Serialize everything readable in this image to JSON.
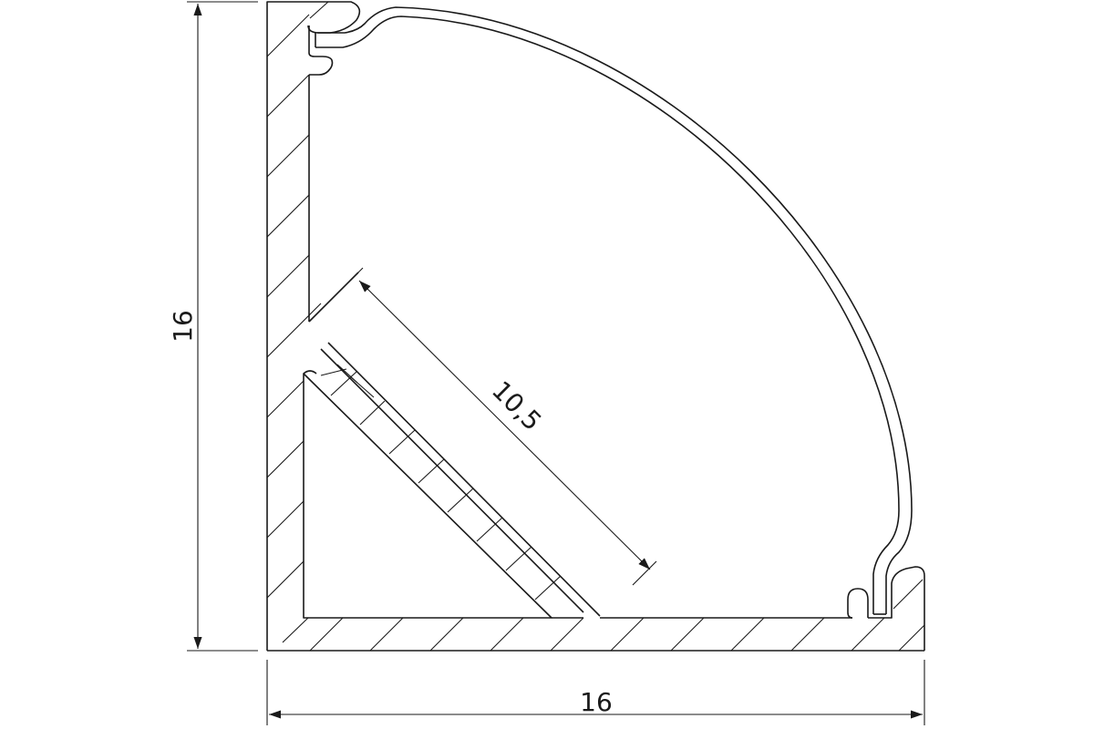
{
  "drawing": {
    "dimensions": {
      "height_label": "16",
      "width_label": "16",
      "strip_label": "10,5"
    },
    "line_color": "#1a1a1a",
    "background_color": "#ffffff"
  }
}
